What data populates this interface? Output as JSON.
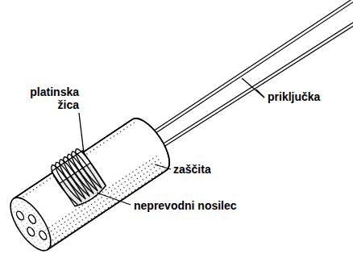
{
  "diagram": {
    "labels": [
      "platinska žica",
      "priključka",
      "zaščita",
      "neprevodni nosilec"
    ]
  }
}
